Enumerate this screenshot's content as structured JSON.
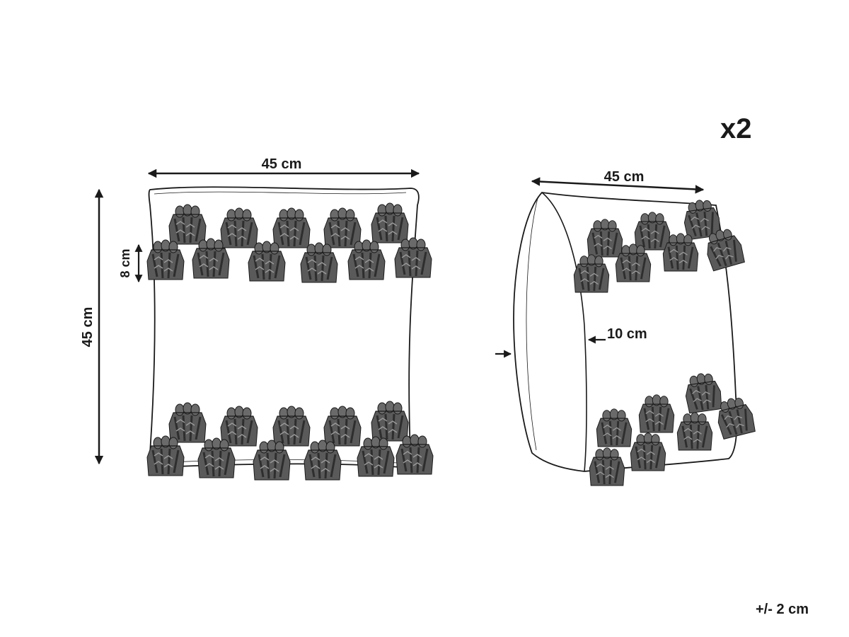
{
  "quantity": "x2",
  "tolerance": "+/- 2 cm",
  "front_view": {
    "width_label": "45 cm",
    "height_label": "45 cm",
    "tassel_label": "8 cm"
  },
  "side_view": {
    "width_label": "45 cm",
    "depth_label": "10 cm"
  },
  "colors": {
    "line": "#1a1a1a",
    "tassel": "#555555",
    "tassel_dark": "#2e2e2e"
  }
}
